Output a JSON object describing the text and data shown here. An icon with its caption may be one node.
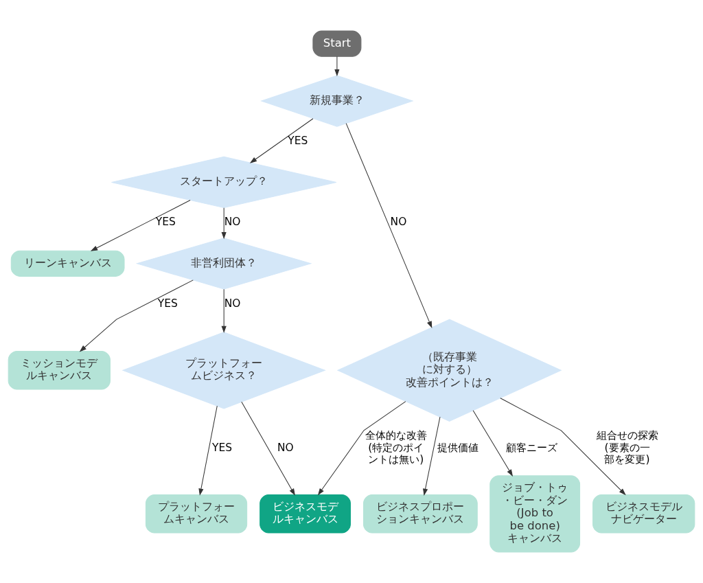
{
  "diagram": {
    "nodes": [
      {
        "text": [
          "Start"
        ]
      },
      {
        "text": [
          "新規事業？"
        ]
      },
      {
        "text": [
          "スタートアップ？"
        ]
      },
      {
        "text": [
          "リーンキャンバス"
        ]
      },
      {
        "text": [
          "非営利団体？"
        ]
      },
      {
        "text": [
          "ミッションモデルキャンバス"
        ]
      },
      {
        "text": [
          "プラットフォームビジネス？"
        ]
      },
      {
        "text": [
          "（既存事業に対する）改善ポイントは？"
        ]
      },
      {
        "text": [
          "プラットフォームキャンバス"
        ]
      },
      {
        "text": [
          "ビジネスモデルキャンバス"
        ]
      },
      {
        "text": [
          "ビジネスプロポーションキャンバス"
        ]
      },
      {
        "text": [
          "ジョブ・トゥ・ビー・ダン(Job to be done)キャンバス"
        ]
      },
      {
        "text": [
          "ビジネスモデルナビゲーター"
        ]
      }
    ],
    "edges": [
      {
        "from": 0,
        "to": 1,
        "arrow": "to"
      },
      {
        "from": 1,
        "to": 2,
        "arrow": "to",
        "label": "YES"
      },
      {
        "from": 1,
        "to": 7,
        "arrow": "to",
        "label": "NO"
      },
      {
        "from": 2,
        "to": 3,
        "arrow": "to",
        "label": "YES"
      },
      {
        "from": 2,
        "to": 4,
        "arrow": "to",
        "label": "NO"
      },
      {
        "from": 4,
        "to": 5,
        "arrow": "to",
        "label": "YES"
      },
      {
        "from": 4,
        "to": 6,
        "arrow": "to",
        "label": "NO"
      },
      {
        "from": 6,
        "to": 8,
        "arrow": "to",
        "label": "YES"
      },
      {
        "from": 6,
        "to": 9,
        "arrow": "to",
        "label": "NO"
      },
      {
        "from": 7,
        "to": 9,
        "arrow": "to",
        "label": "全体的な改善(特定のポイントは無い)"
      },
      {
        "from": 7,
        "to": 10,
        "arrow": "to",
        "label": "提供価値"
      },
      {
        "from": 7,
        "to": 11,
        "arrow": "to",
        "label": "顧客ニーズ"
      },
      {
        "from": 7,
        "to": 12,
        "arrow": "to",
        "label": "組合せの探索(要素の一部を変更)"
      }
    ]
  }
}
